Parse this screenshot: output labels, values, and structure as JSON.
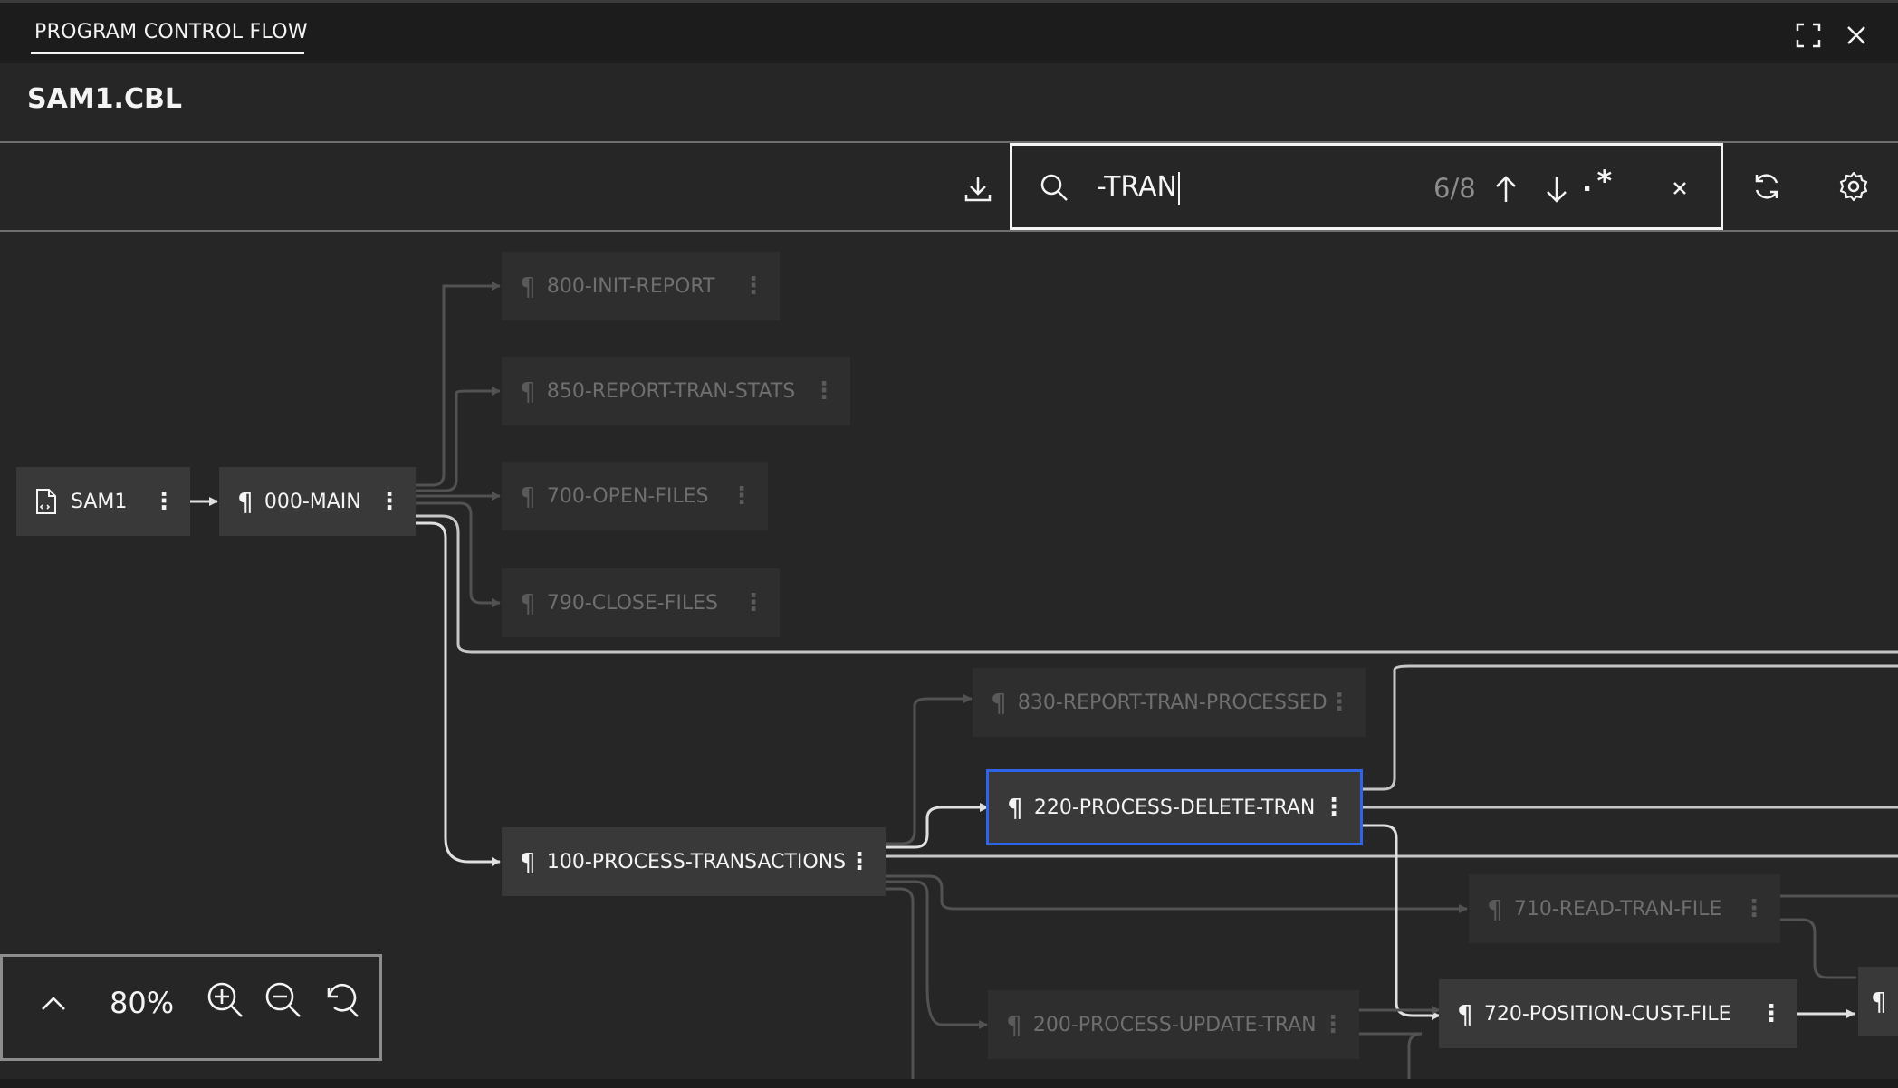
{
  "panel": {
    "tab_label": "PROGRAM CONTROL FLOW"
  },
  "file": {
    "name": "SAM1.CBL"
  },
  "search": {
    "query": "-TRAN",
    "match_count": "6/8",
    "regex_label": ".*"
  },
  "zoom": {
    "level": "80%"
  },
  "nodes": {
    "sam1": "SAM1",
    "main": "000-MAIN",
    "init_report": "800-INIT-REPORT",
    "report_tran_stats": "850-REPORT-TRAN-STATS",
    "open_files": "700-OPEN-FILES",
    "close_files": "790-CLOSE-FILES",
    "report_tran_processed": "830-REPORT-TRAN-PROCESSED",
    "process_delete_tran": "220-PROCESS-DELETE-TRAN",
    "process_transactions": "100-PROCESS-TRANSACTIONS",
    "read_tran_file": "710-READ-TRAN-FILE",
    "position_cust_file": "720-POSITION-CUST-FILE",
    "process_update_tran": "200-PROCESS-UPDATE-TRAN"
  },
  "glyphs": {
    "paragraph": "¶",
    "menu": "⋮"
  },
  "colors": {
    "selected_border": "#2f63e8",
    "background": "#262626",
    "edge": "#c6c6c6",
    "edge_dim": "#525252"
  }
}
